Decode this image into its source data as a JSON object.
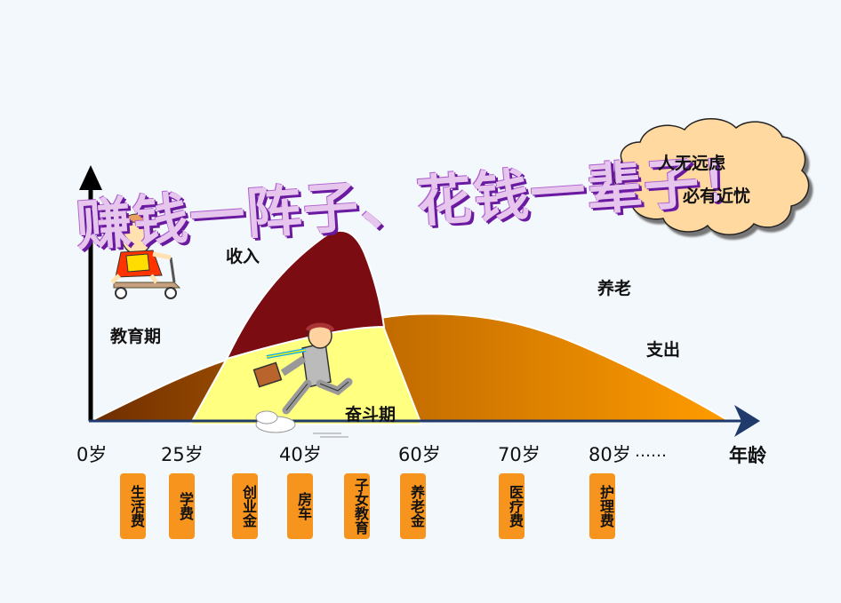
{
  "labels": {
    "income": "收入",
    "education_period": "教育期",
    "retirement": "养老",
    "expense": "支出",
    "struggle_period": "奋斗期",
    "age_axis": "年龄",
    "ellipsis": "……"
  },
  "ages": [
    "0岁",
    "25岁",
    "40岁",
    "60岁",
    "70岁",
    "80岁"
  ],
  "expense_tags": [
    "生活费",
    "学费",
    "创业金",
    "房车",
    "子女教育",
    "养老金",
    "医疗费",
    "护理费"
  ],
  "cloud": {
    "line1": "人无远虑",
    "line2": "必有近忧"
  },
  "slogan": "赚钱一阵子、花钱一辈子！",
  "colors": {
    "background": "#f3f8fd",
    "expense_curve_start": "#8a3a00",
    "expense_curve_end": "#ff9a00",
    "income_peak": "#7a0c12",
    "income_band": "#ffff80",
    "axis": "#1f3a6b",
    "tag": "#f7941d",
    "cloud": "#ffd9a0",
    "slogan_fill": "#e7c6ee",
    "slogan_shadow": "#6a1aa0"
  }
}
